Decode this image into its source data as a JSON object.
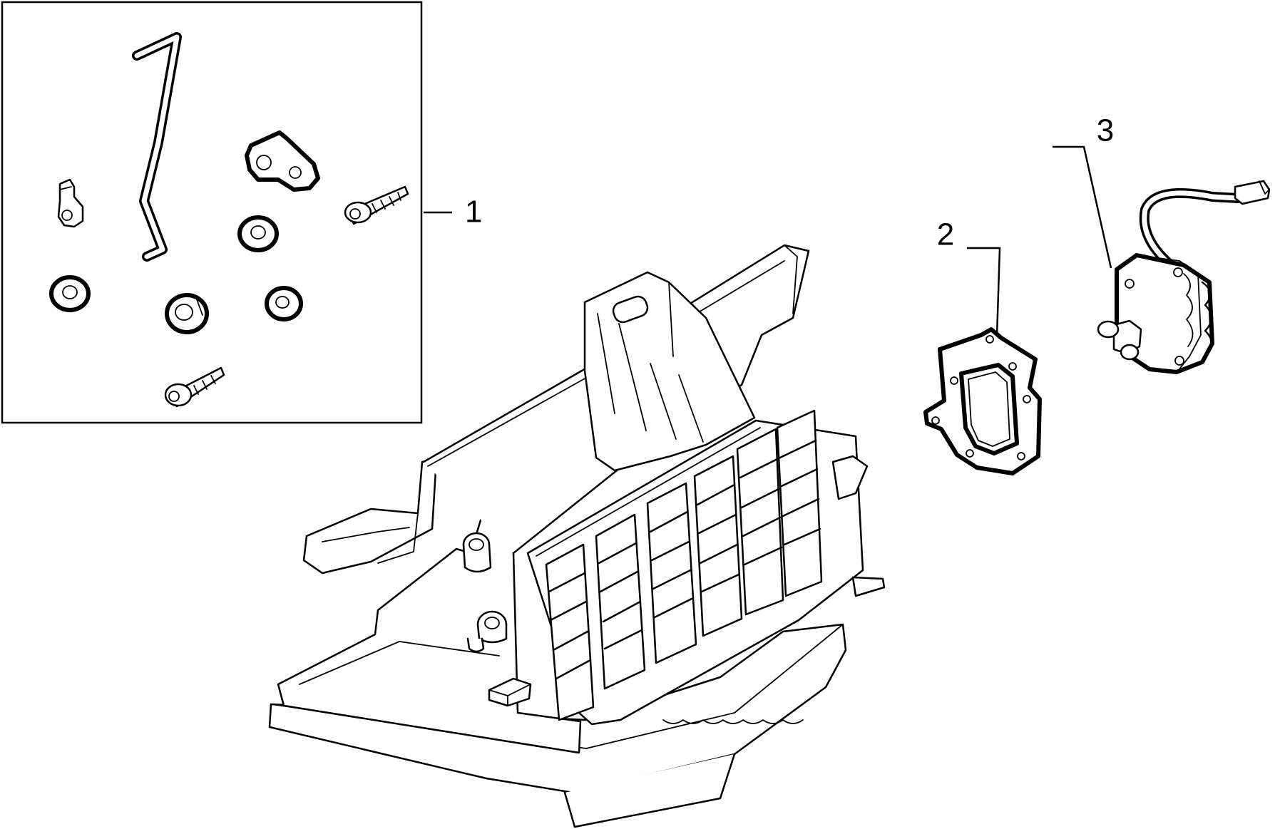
{
  "callouts": [
    {
      "id": "kit",
      "number": "1"
    },
    {
      "id": "gasket",
      "number": "2"
    },
    {
      "id": "actuator",
      "number": "3"
    }
  ]
}
